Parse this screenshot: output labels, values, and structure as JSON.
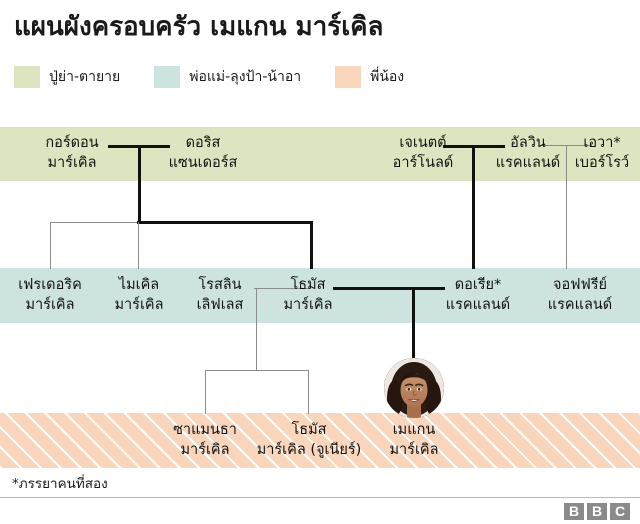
{
  "title": "แผนผังครอบครัว เมแกน มาร์เคิล",
  "legend": {
    "items": [
      {
        "label": "ปู่ย่า-ตายาย",
        "color": "#dde5c0",
        "name": "grandparents"
      },
      {
        "label": "พ่อแม่-ลุงป้า-น้าอา",
        "color": "#cde3df",
        "name": "parents-aunts-uncles"
      },
      {
        "label": "พี่น้อง",
        "color": "#f9d5bb",
        "name": "siblings"
      }
    ]
  },
  "generations": {
    "gen1": {
      "band_color": "#dde5c0",
      "people": [
        {
          "line1": "กอร์ดอน",
          "line2": "มาร์เคิล"
        },
        {
          "line1": "ดอริส",
          "line2": "แซนเดอร์ส"
        },
        {
          "line1": "เจเนตต์",
          "line2": "อาร์โนลด์"
        },
        {
          "line1": "อัลวิน",
          "line2": "แรคแลนด์"
        },
        {
          "line1": "เอวา*",
          "line2": "เบอร์โรว์"
        }
      ]
    },
    "gen2": {
      "band_color": "#cde3df",
      "people": [
        {
          "line1": "เฟรเดอริค",
          "line2": "มาร์เคิล"
        },
        {
          "line1": "ไมเคิล",
          "line2": "มาร์เคิล"
        },
        {
          "line1": "โรสลิน",
          "line2": "เลิฟเลส"
        },
        {
          "line1": "โธมัส",
          "line2": "มาร์เคิล"
        },
        {
          "line1": "ดอเรีย*",
          "line2": "แรคแลนด์"
        },
        {
          "line1": "จอฟฟรีย์",
          "line2": "แรคแลนด์"
        }
      ]
    },
    "gen3": {
      "band_color": "#f9d5bb",
      "people": [
        {
          "line1": "ซาแมนธา",
          "line2": "มาร์เคิล"
        },
        {
          "line1": "โธมัส",
          "line2": "มาร์เคิล (จูเนียร์)"
        },
        {
          "line1": "เมแกน",
          "line2": "มาร์เคิล"
        }
      ]
    }
  },
  "portrait": {
    "alt": "เมแกน มาร์เคิล"
  },
  "footnote": "*ภรรยาคนที่สอง",
  "footer": {
    "logo": [
      "B",
      "B",
      "C"
    ],
    "logo_color": "#8a8a8a"
  }
}
